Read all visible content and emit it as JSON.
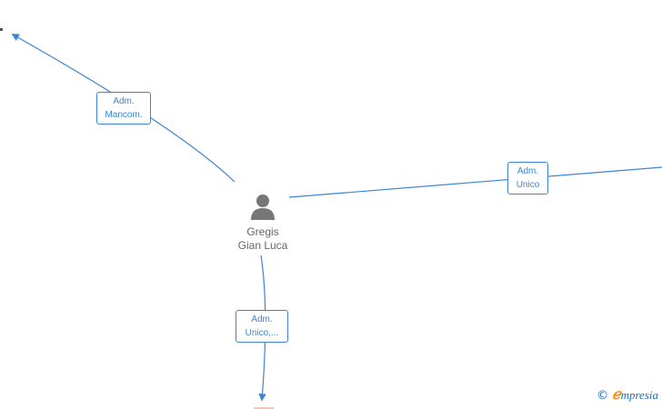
{
  "person": {
    "line1": "Gregis",
    "line2": "Gian Luca",
    "icon": "person-icon"
  },
  "edges": [
    {
      "label_line1": "Adm.",
      "label_line2": "Mancom."
    },
    {
      "label_line1": "Adm.",
      "label_line2": "Unico"
    },
    {
      "label_line1": "Adm.",
      "label_line2": "Unico,..."
    }
  ],
  "brand": {
    "copyright": "©",
    "e": "ℯ",
    "rest": "mpresia"
  },
  "colors": {
    "edge": "#3b84d6",
    "person": "#777777",
    "brand": "#1f6fb5",
    "brand_accent": "#f28c1c"
  }
}
